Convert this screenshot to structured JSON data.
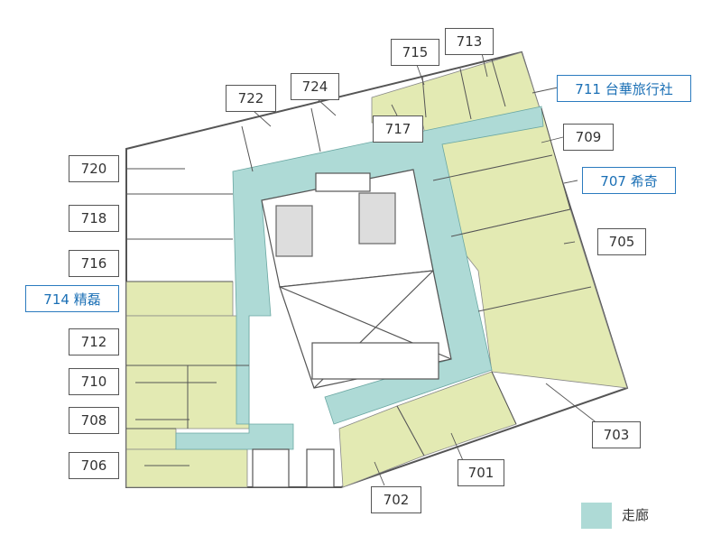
{
  "colors": {
    "corridor": "#aedad6",
    "office": "#e3eab3",
    "highlight_text": "#1a6fb5",
    "highlight_border": "#2b7bbf",
    "label_border": "#555555",
    "wall": "#555555"
  },
  "rooms": [
    {
      "id": "r701",
      "label": "701",
      "highlighted": false
    },
    {
      "id": "r702",
      "label": "702",
      "highlighted": false
    },
    {
      "id": "r703",
      "label": "703",
      "highlighted": false
    },
    {
      "id": "r705",
      "label": "705",
      "highlighted": false
    },
    {
      "id": "r706",
      "label": "706",
      "highlighted": false
    },
    {
      "id": "r707",
      "label": "707 希奇",
      "highlighted": true
    },
    {
      "id": "r708",
      "label": "708",
      "highlighted": false
    },
    {
      "id": "r709",
      "label": "709",
      "highlighted": false
    },
    {
      "id": "r710",
      "label": "710",
      "highlighted": false
    },
    {
      "id": "r711",
      "label": "711 台華旅行社",
      "highlighted": true
    },
    {
      "id": "r712",
      "label": "712",
      "highlighted": false
    },
    {
      "id": "r713",
      "label": "713",
      "highlighted": false
    },
    {
      "id": "r714",
      "label": "714 精磊",
      "highlighted": true
    },
    {
      "id": "r715",
      "label": "715",
      "highlighted": false
    },
    {
      "id": "r716",
      "label": "716",
      "highlighted": false
    },
    {
      "id": "r717",
      "label": "717",
      "highlighted": false
    },
    {
      "id": "r718",
      "label": "718",
      "highlighted": false
    },
    {
      "id": "r720",
      "label": "720",
      "highlighted": false
    },
    {
      "id": "r722",
      "label": "722",
      "highlighted": false
    },
    {
      "id": "r724",
      "label": "724",
      "highlighted": false
    }
  ],
  "legend": {
    "corridor_label": "走廊"
  }
}
